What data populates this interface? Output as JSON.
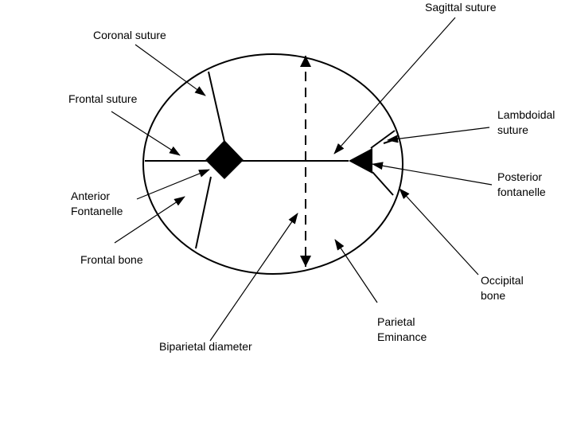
{
  "colors": {
    "ink": "#000000",
    "background": "#ffffff"
  },
  "labels": {
    "sagittal_suture": "Sagittal suture",
    "coronal_suture": "Coronal suture",
    "frontal_suture": "Frontal suture",
    "lambdoidal_suture": [
      "Lambdoidal",
      "suture"
    ],
    "posterior_fontanelle": [
      "Posterior",
      "fontanelle"
    ],
    "anterior_fontanelle": [
      "Anterior",
      "Fontanelle"
    ],
    "frontal_bone": "Frontal bone",
    "occipital_bone": [
      "Occipital",
      "bone"
    ],
    "parietal_eminance": [
      "Parietal",
      "Eminance"
    ],
    "biparietal_diameter": "Biparietal diameter"
  }
}
